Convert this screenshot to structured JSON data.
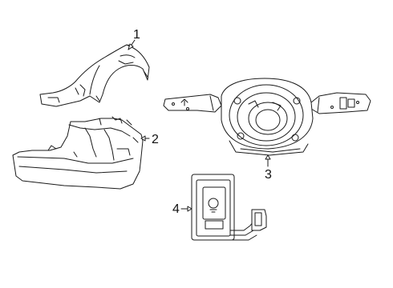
{
  "callouts": [
    {
      "number": "1",
      "part": "upper-column-cover"
    },
    {
      "number": "2",
      "part": "lower-column-cover"
    },
    {
      "number": "3",
      "part": "combination-switch-clockspring"
    },
    {
      "number": "4",
      "part": "steering-switch-module"
    }
  ],
  "colors": {
    "line": "#1a1a1a",
    "background": "#ffffff"
  }
}
